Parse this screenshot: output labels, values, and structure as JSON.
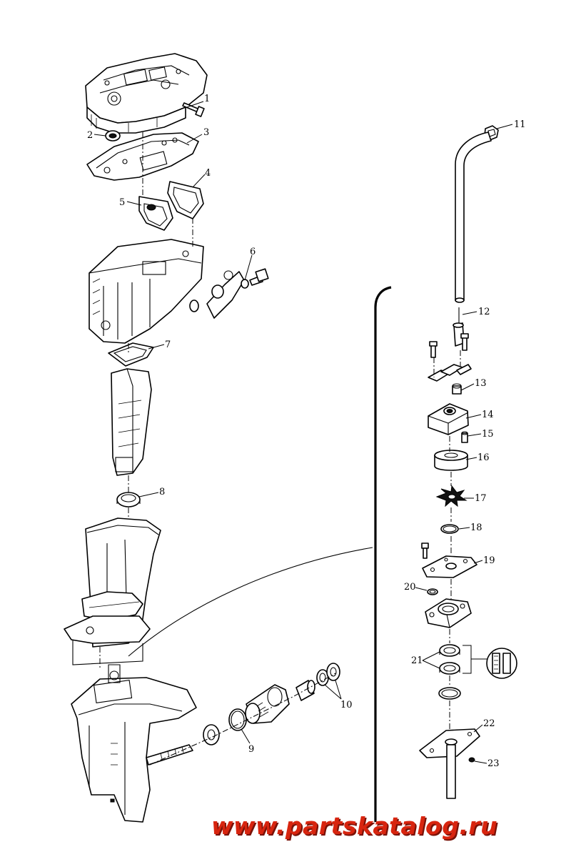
{
  "labels": [
    "1",
    "2",
    "3",
    "4",
    "5",
    "6",
    "7",
    "8",
    "9",
    "10",
    "11",
    "12",
    "13",
    "14",
    "15",
    "16",
    "17",
    "18",
    "19",
    "20",
    "21",
    "22",
    "23"
  ],
  "watermark": "www.partskatalog.ru",
  "colors": {
    "line": "#000000",
    "watermark": "#d8250f",
    "background": "#ffffff"
  }
}
